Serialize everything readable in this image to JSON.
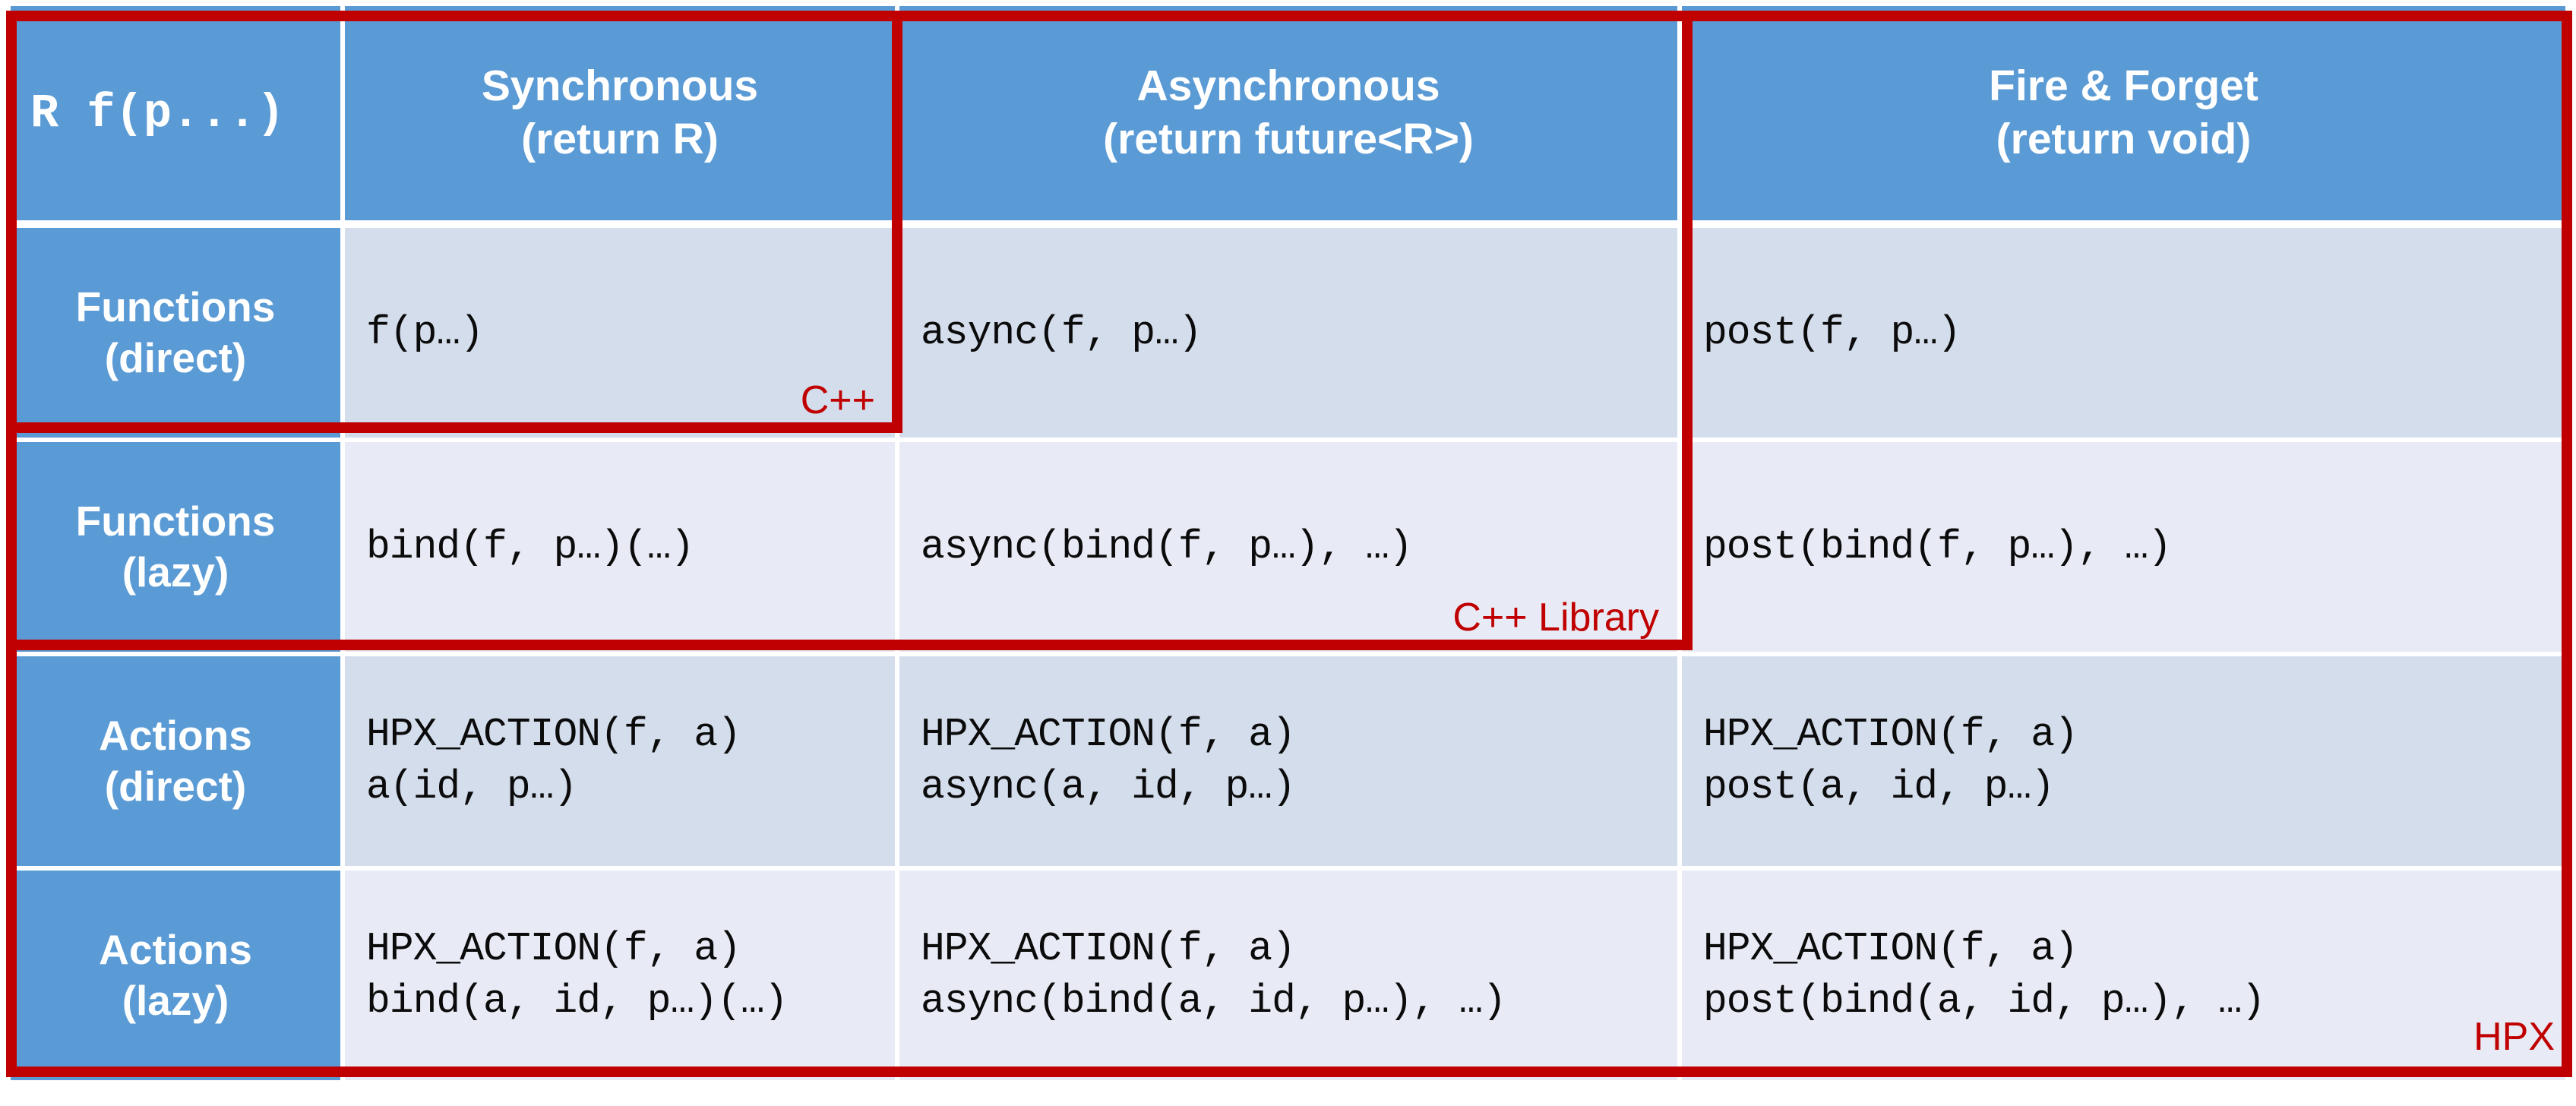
{
  "table": {
    "corner_label": "R f(p...)",
    "columns": [
      {
        "line1": "Synchronous",
        "line2": "(return R)"
      },
      {
        "line1": "Asynchronous",
        "line2": "(return future<R>)"
      },
      {
        "line1": "Fire & Forget",
        "line2": "(return void)"
      }
    ],
    "rows": [
      {
        "label_line1": "Functions",
        "label_line2": "(direct)",
        "band": "dark",
        "cells": [
          {
            "lines": [
              "f(p…)"
            ]
          },
          {
            "lines": [
              "async(f, p…)"
            ]
          },
          {
            "lines": [
              "post(f, p…)"
            ]
          }
        ]
      },
      {
        "label_line1": "Functions",
        "label_line2": "(lazy)",
        "band": "light",
        "cells": [
          {
            "lines": [
              "bind(f, p…)(…)"
            ]
          },
          {
            "lines": [
              "async(bind(f, p…), …)"
            ]
          },
          {
            "lines": [
              "post(bind(f, p…), …)"
            ]
          }
        ]
      },
      {
        "label_line1": "Actions",
        "label_line2": "(direct)",
        "band": "dark",
        "cells": [
          {
            "lines": [
              "HPX_ACTION(f, a)",
              "a(id, p…)"
            ]
          },
          {
            "lines": [
              "HPX_ACTION(f, a)",
              "async(a, id, p…)"
            ]
          },
          {
            "lines": [
              "HPX_ACTION(f, a)",
              "post(a, id, p…)"
            ]
          }
        ]
      },
      {
        "label_line1": "Actions",
        "label_line2": "(lazy)",
        "band": "light",
        "cells": [
          {
            "lines": [
              "HPX_ACTION(f, a)",
              "bind(a, id, p…)(…)"
            ]
          },
          {
            "lines": [
              "HPX_ACTION(f, a)",
              "async(bind(a, id, p…), …)"
            ]
          },
          {
            "lines": [
              "HPX_ACTION(f, a)",
              "post(bind(a, id, p…), …)"
            ]
          }
        ]
      }
    ]
  },
  "tags": {
    "cpp": "C++",
    "cpp_library": "C++ Library",
    "hpx": "HPX"
  },
  "colors": {
    "header_blue": "#5B9BD5",
    "band_dark": "#D4DDEC",
    "band_light": "#E8EBF5",
    "accent_red": "#C00000",
    "grid_white": "#FFFFFF",
    "text_dark": "#0B0B0B",
    "text_light": "#FFFFFF"
  }
}
